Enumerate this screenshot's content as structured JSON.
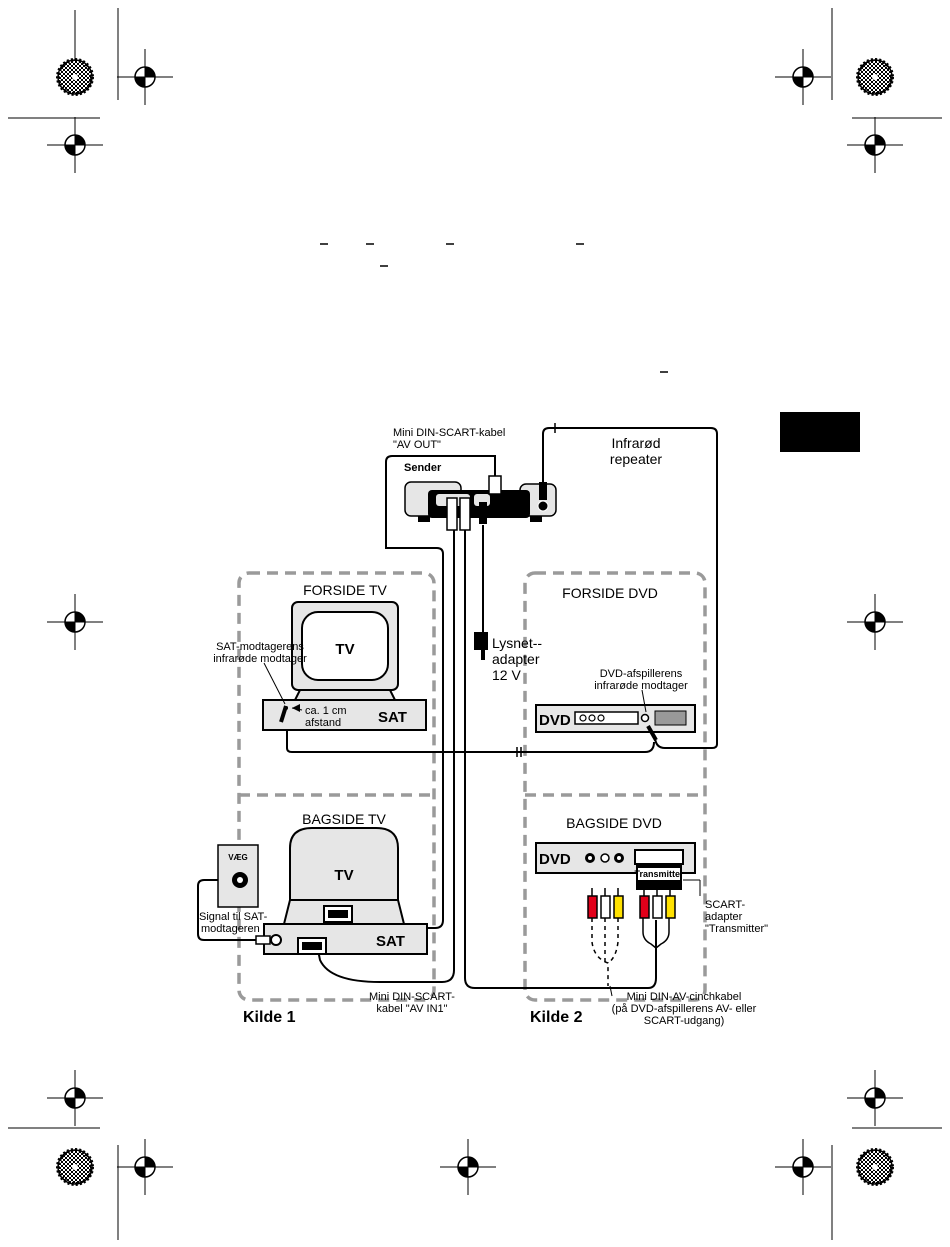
{
  "sender": {
    "title": "Sender",
    "cable_av_out_line1": "Mini DIN-SCART-kabel",
    "cable_av_out_line2": "\"AV OUT\""
  },
  "infrared_repeater": {
    "line1": "Infrarød",
    "line2": "repeater"
  },
  "power_adapter": {
    "line1": "Lysnet--",
    "line2": "adapter",
    "line3": "12 V"
  },
  "source1": {
    "heading": "Kilde 1",
    "front_label": "FORSIDE TV",
    "back_label": "BAGSIDE TV",
    "tv_text": "TV",
    "sat_text": "SAT",
    "sat_ir_line1": "SAT-modtagerens",
    "sat_ir_line2": "infrarøde modtager",
    "distance_line1": "ca. 1 cm",
    "distance_line2": "afstand",
    "wall_label": "VÆG",
    "signal_line1": "Signal til SAT-",
    "signal_line2": "modtageren",
    "cable_in_line1": "Mini DIN-SCART-",
    "cable_in_line2": "kabel \"AV IN1\""
  },
  "source2": {
    "heading": "Kilde 2",
    "front_label": "FORSIDE DVD",
    "back_label": "BAGSIDE DVD",
    "dvd_text": "DVD",
    "dvd_ir_line1": "DVD-afspillerens",
    "dvd_ir_line2": "infrarøde modtager",
    "transmitter_text": "Transmitter",
    "scart_line1": "SCART-",
    "scart_line2": "adapter",
    "scart_line3": "\"Transmitter\"",
    "cinch_line1": "Mini DIN-AV-cinchkabel",
    "cinch_line2": "(på DVD-afspillerens AV- eller",
    "cinch_line3": "SCART-udgang)"
  },
  "colors": {
    "cable": "#000000",
    "dashed_box": "#9a9a9a",
    "device_fill": "#e6e6e6",
    "rca_red": "#e2001a",
    "rca_yellow": "#ffe100",
    "rca_white": "#ffffff"
  }
}
